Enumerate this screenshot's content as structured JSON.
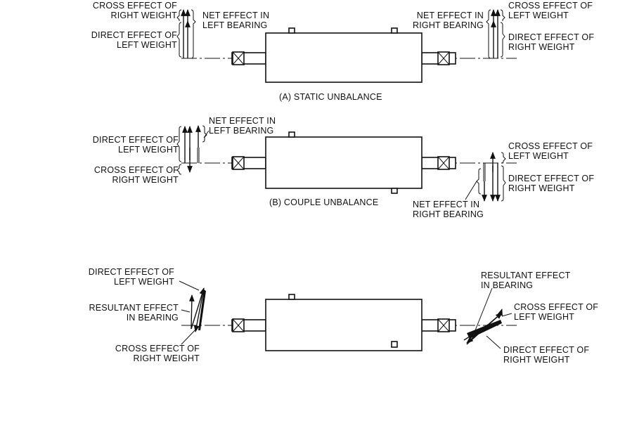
{
  "static_unbalance": {
    "caption": "(A) STATIC UNBALANCE",
    "left_cross_1": "CROSS EFFECT OF",
    "left_cross_2": "RIGHT WEIGHT",
    "left_direct_1": "DIRECT EFFECT OF",
    "left_direct_2": "LEFT WEIGHT",
    "left_net_1": "NET EFFECT IN",
    "left_net_2": "LEFT BEARING",
    "right_net_1": "NET EFFECT IN",
    "right_net_2": "RIGHT BEARING",
    "right_cross_1": "CROSS EFFECT OF",
    "right_cross_2": "LEFT WEIGHT",
    "right_direct_1": "DIRECT EFFECT OF",
    "right_direct_2": "RIGHT WEIGHT"
  },
  "couple_unbalance": {
    "caption": "(B) COUPLE UNBALANCE",
    "left_net_1": "NET EFFECT IN",
    "left_net_2": "LEFT BEARING",
    "left_direct_1": "DIRECT EFFECT OF",
    "left_direct_2": "LEFT WEIGHT",
    "left_cross_1": "CROSS EFFECT OF",
    "left_cross_2": "RIGHT WEIGHT",
    "right_cross_1": "CROSS EFFECT OF",
    "right_cross_2": "LEFT WEIGHT",
    "right_direct_1": "DIRECT EFFECT OF",
    "right_direct_2": "RIGHT WEIGHT",
    "right_net_1": "NET EFFECT IN",
    "right_net_2": "RIGHT BEARING"
  },
  "dynamic_unbalance": {
    "left_direct_1": "DIRECT EFFECT OF",
    "left_direct_2": "LEFT WEIGHT",
    "left_result_1": "RESULTANT EFFECT",
    "left_result_2": "IN BEARING",
    "left_cross_1": "CROSS EFFECT OF",
    "left_cross_2": "RIGHT WEIGHT",
    "right_result_1": "RESULTANT EFFECT",
    "right_result_2": "IN BEARING",
    "right_cross_1": "CROSS EFFECT OF",
    "right_cross_2": "LEFT WEIGHT",
    "right_direct_1": "DIRECT EFFECT OF",
    "right_direct_2": "RIGHT WEIGHT"
  }
}
